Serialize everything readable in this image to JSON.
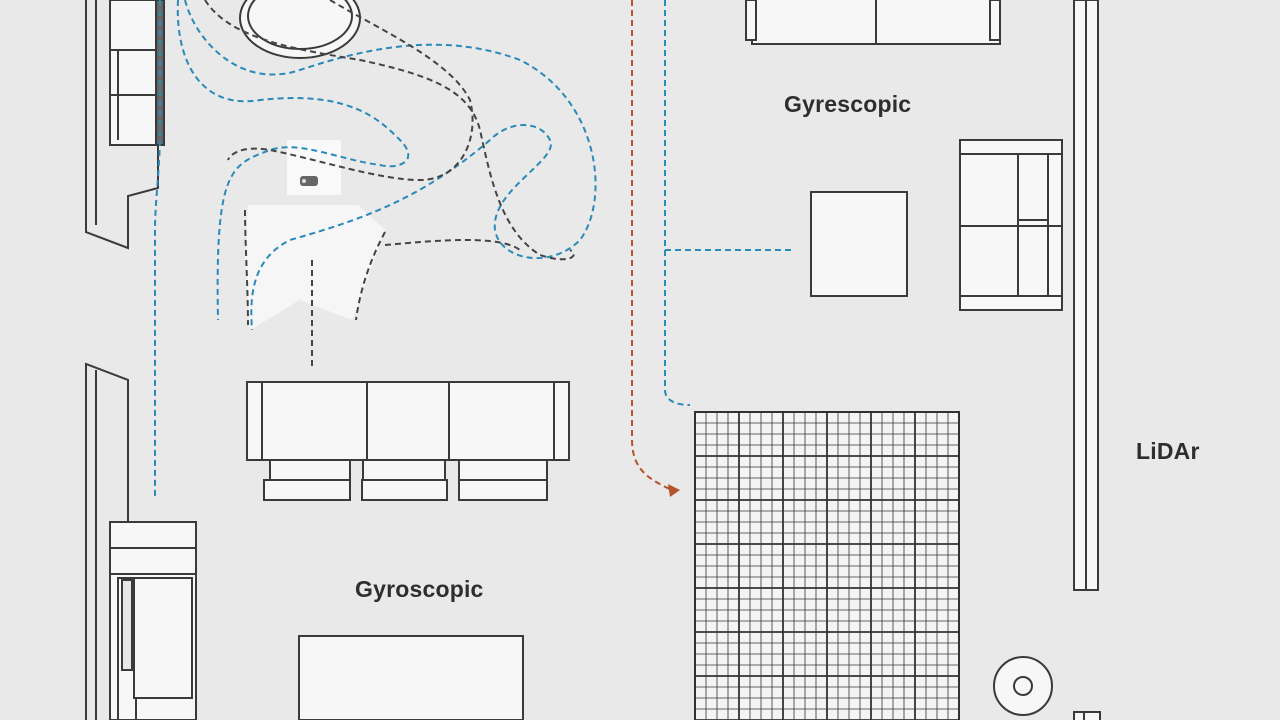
{
  "labels": {
    "gyroscopic_top": "Gyrescopic",
    "gyroscopic_bottom": "Gyroscopic",
    "lidar": "LiDAr"
  },
  "colors": {
    "background": "#e9e9e9",
    "line": "#3a3a3a",
    "furniture_fill": "#f7f7f7",
    "path_blue": "#2a8ab8",
    "path_dark": "#444444",
    "path_orange": "#b5532a"
  },
  "icons": {
    "robot_vacuum": "robot-vacuum-icon",
    "dock": "dock-icon"
  }
}
